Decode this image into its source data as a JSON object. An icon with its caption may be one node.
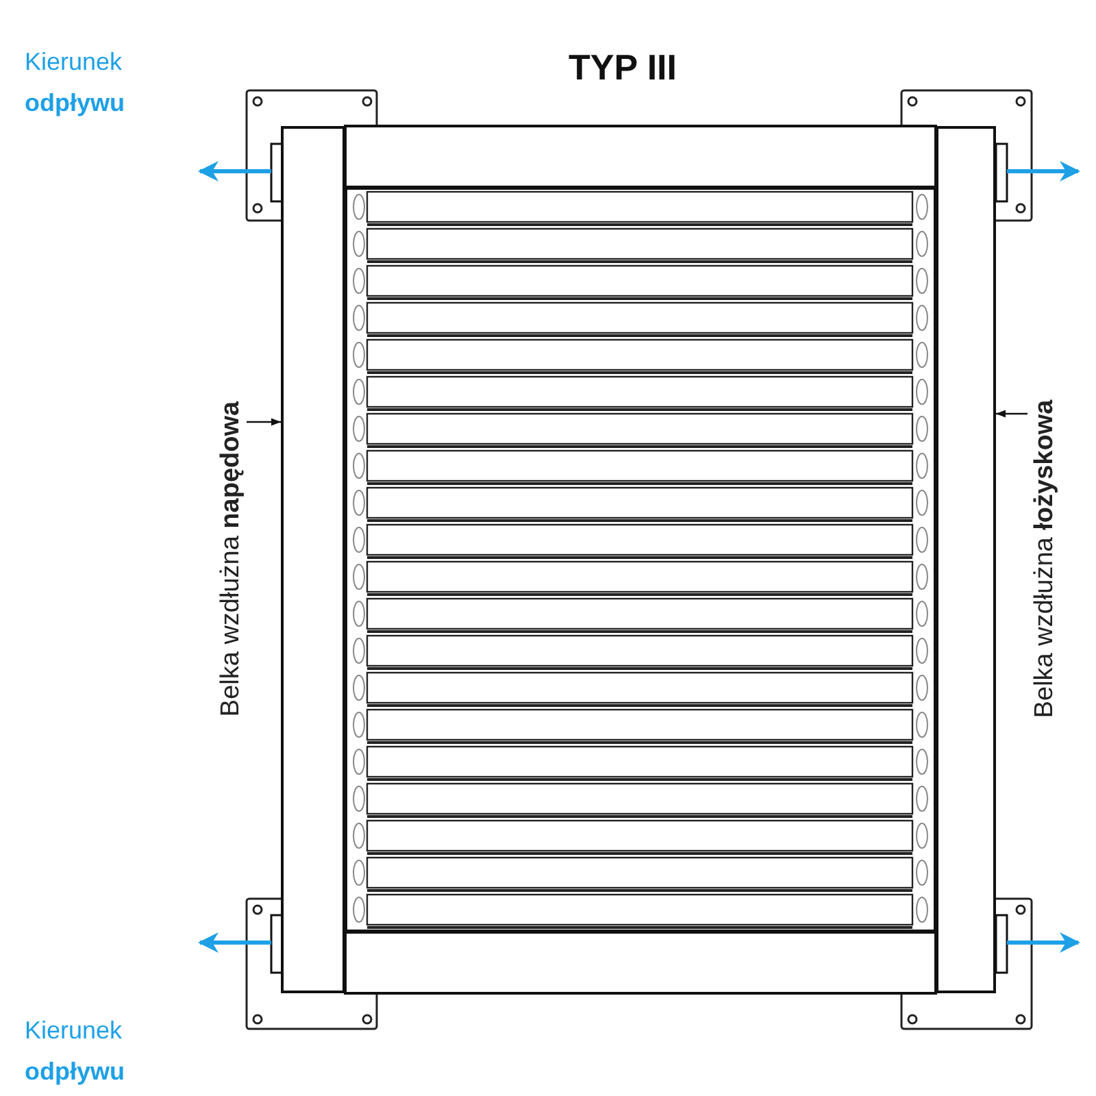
{
  "diagram": {
    "title": "TYP III",
    "nodes": [
      {
        "text": [
          "Belka wzdłużna **napędowa**"
        ]
      },
      {
        "text": [],
        "shape": "bar"
      },
      {
        "text": [
          "Belka wzdłużna **łożyskowa**"
        ]
      },
      {
        "text": [],
        "shape": "bar"
      }
    ],
    "edges": [
      {
        "from": 0,
        "to": 1,
        "arrow": "to"
      },
      {
        "from": 2,
        "to": 3,
        "arrow": "to"
      }
    ],
    "labels": [
      "Kierunek **odpływu**",
      "Kierunek **odpływu**"
    ]
  }
}
